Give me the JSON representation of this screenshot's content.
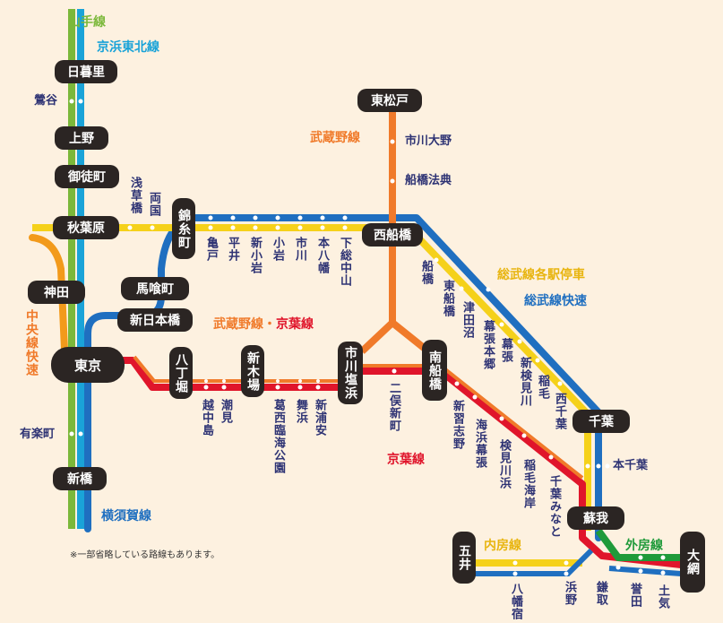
{
  "lines": {
    "yamanote": {
      "name": "山手線",
      "color": "#7bb83a"
    },
    "keihin_tohoku": {
      "name": "京浜東北線",
      "color": "#1aa3d8"
    },
    "musashino": {
      "name": "武蔵野線",
      "color": "#f07a2a"
    },
    "musashino_keiyo": {
      "name_a": "武蔵野線",
      "dot": "・",
      "name_b": "京葉線"
    },
    "keiyo": {
      "name": "京葉線",
      "color": "#e0152b"
    },
    "sobu_local": {
      "name": "総武線各駅停車",
      "color": "#f5d11a"
    },
    "sobu_rapid": {
      "name": "総武線快速",
      "color": "#1f6fc0"
    },
    "chuo_rapid": {
      "name": "中央線快速",
      "color": "#f29a1b"
    },
    "yokosuka": {
      "name": "横須賀線",
      "color": "#1f6fc0"
    },
    "uchibo": {
      "name": "内房線",
      "color": "#f5d11a"
    },
    "sotobo": {
      "name": "外房線",
      "color": "#1f9a3a"
    }
  },
  "major_stations": {
    "nippori": "日暮里",
    "ueno": "上野",
    "okachimachi": "御徒町",
    "akihabara": "秋葉原",
    "kanda": "神田",
    "tokyo": "東京",
    "shinbashi": "新橋",
    "bakurocho": "馬喰町",
    "shin_nihonbashi": "新日本橋",
    "kinshicho": "錦糸町",
    "higashi_matsudo": "東松戸",
    "nishi_funabashi": "西船橋",
    "hatchobori": "八丁堀",
    "shin_kiba": "新木場",
    "ichikawa_shiohama": "市川塩浜",
    "minami_funabashi": "南船橋",
    "chiba": "千葉",
    "soga": "蘇我",
    "goi": "五井",
    "oami": "大網"
  },
  "stations": {
    "uguisudani": "鶯谷",
    "yurakucho": "有楽町",
    "asakusabashi": "浅草橋",
    "ryogoku": "両国",
    "kameido": "亀戸",
    "hirai": "平井",
    "shin_koiwa": "新小岩",
    "koiwa": "小岩",
    "ichikawa": "市川",
    "motoyawata": "本八幡",
    "shimousa_nakayama": "下総中山",
    "ichikawa_ono": "市川大野",
    "funabashi_hoten": "船橋法典",
    "funabashi": "船橋",
    "higashi_funabashi": "東船橋",
    "tsudanuma": "津田沼",
    "makuhari_hongo": "幕張本郷",
    "makuhari": "幕張",
    "shin_kemigawa": "新検見川",
    "inage": "稲毛",
    "nishi_chiba": "西千葉",
    "hon_chiba": "本千葉",
    "shiomi": "潮見",
    "etchujima": "越中島",
    "kasai_rinkai_koen": "葛西臨海公園",
    "maihama": "舞浜",
    "shin_urayasu": "新浦安",
    "futamata_shinmachi": "二俣新町",
    "shin_narashino": "新習志野",
    "kaihin_makuhari": "海浜幕張",
    "kemigawahama": "検見川浜",
    "inage_kaigan": "稲毛海岸",
    "chiba_minato": "千葉みなと",
    "yawatajuku": "八幡宿",
    "hamano": "浜野",
    "kamatori": "鎌取",
    "honda": "誉田",
    "toke": "土気"
  },
  "note": "※一部省略している路線もあります。"
}
